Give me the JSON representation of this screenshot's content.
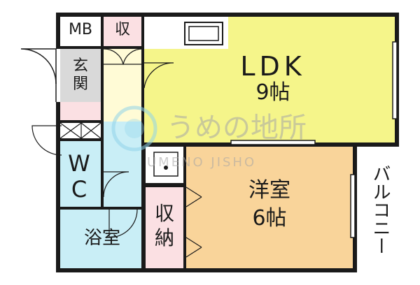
{
  "rooms": {
    "mb": "MB",
    "storage_top": "収",
    "entrance": "玄関",
    "ldk_name": "LDK",
    "ldk_size": "9帖",
    "wc": "WC",
    "western_name": "洋室",
    "western_size": "6帖",
    "closet": "収納",
    "bath": "浴室",
    "balcony": "バルコニー"
  },
  "watermark": {
    "brand": "うめの地所",
    "romaji": "UMENO JISHO"
  },
  "colors": {
    "wall": "#1a1a1a",
    "ldk": "#f5f58a",
    "western": "#f9d49a",
    "bath": "#c9eef6",
    "storage": "#fbe0e3",
    "entrance": "#d9d9d9",
    "hall": "#fffbd6"
  }
}
